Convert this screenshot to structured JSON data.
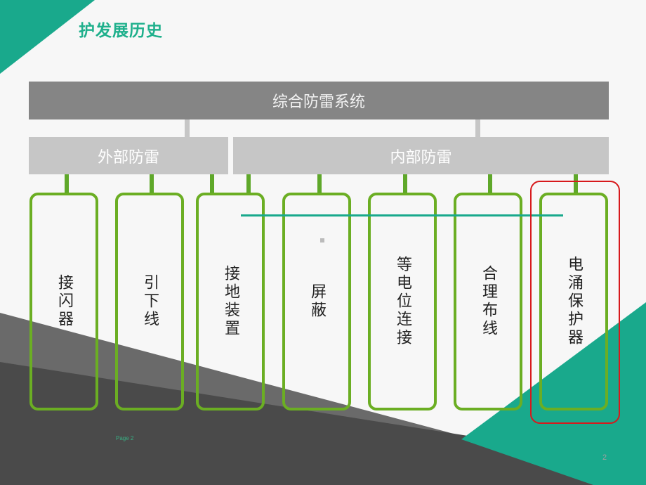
{
  "title": "护发展历史",
  "top_system": "综合防雷系统",
  "categories": {
    "external": "外部防雷",
    "internal": "内部防雷"
  },
  "items": [
    {
      "label": "接闪器"
    },
    {
      "label": "引下线"
    },
    {
      "label": "接地装置"
    },
    {
      "label": "屏蔽"
    },
    {
      "label": "等电位连接"
    },
    {
      "label": "合理布线"
    },
    {
      "label": "电涌保护器",
      "highlighted": true
    }
  ],
  "footer_text": "Page 2",
  "page_number": "2",
  "colors": {
    "accent_teal": "#19a98c",
    "box_green": "#6bae23",
    "highlight_red": "#d7191c",
    "top_bar": "#858585",
    "sub_bar": "#c6c6c6",
    "background": "#f7f7f7",
    "dark_shape": "#4a4a4a"
  }
}
